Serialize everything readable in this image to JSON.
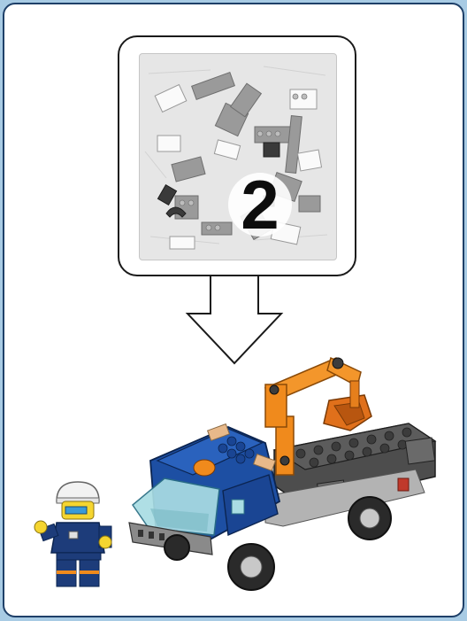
{
  "bag": {
    "number": "2"
  },
  "colors": {
    "background": "#a8cbe4",
    "border": "#1e3f68",
    "truck_cab": "#1d4fa3",
    "crane": "#f08a1c",
    "bed": "#4d4d4d",
    "windshield": "#a9dde3"
  },
  "icons": {
    "arrow": "down-arrow-icon",
    "truck": "crane-truck-model",
    "figure": "construction-worker-minifigure"
  }
}
